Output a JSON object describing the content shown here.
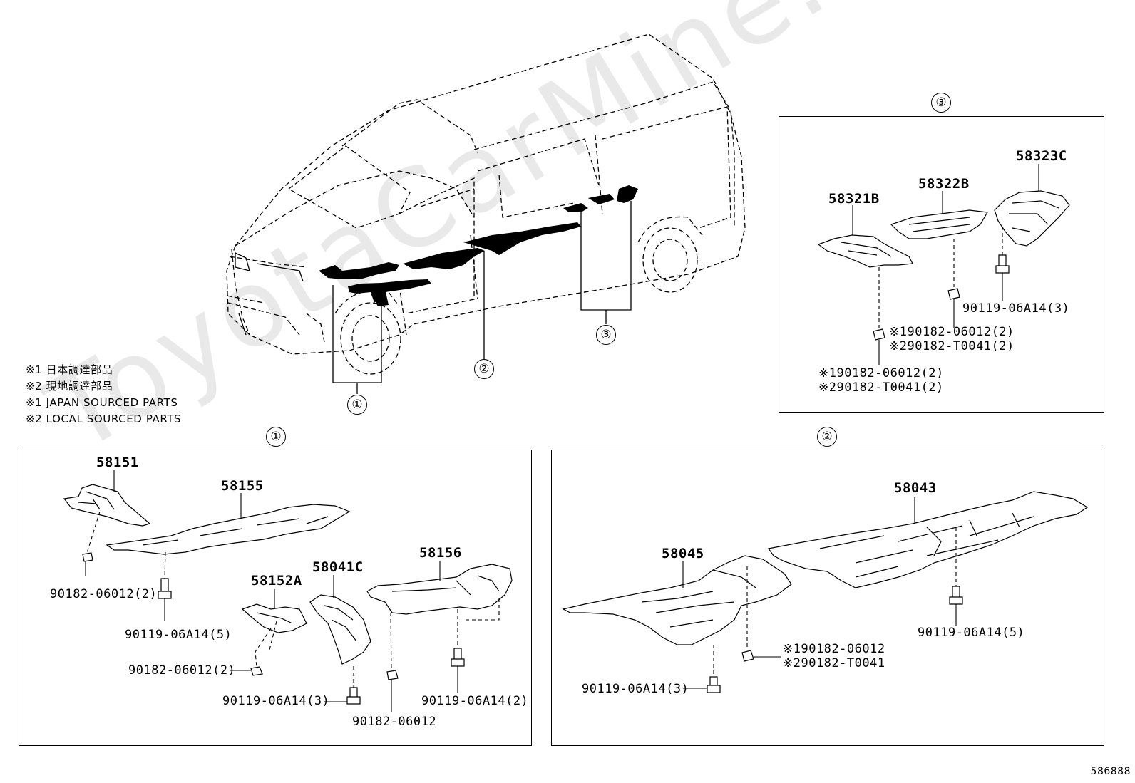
{
  "watermark": "ToyotaCarMine.ru",
  "figure_id": "586888",
  "notes": [
    "※1 日本調達部品",
    "※2 現地調達部品",
    "※1 JAPAN SOURCED PARTS",
    "※2 LOCAL SOURCED PARTS"
  ],
  "callouts": [
    "①",
    "②",
    "③"
  ],
  "group1": {
    "marker": "①",
    "parts": [
      "58151",
      "58155",
      "58152A",
      "58041C",
      "58156"
    ],
    "fasteners": [
      "90182-06012(2)",
      "90119-06A14(5)",
      "90182-06012(2)",
      "90119-06A14(3)",
      "90182-06012",
      "90119-06A14(2)"
    ]
  },
  "group2": {
    "marker": "②",
    "parts": [
      "58043",
      "58045"
    ],
    "fasteners": [
      "90119-06A14(5)",
      "※190182-06012",
      "※290182-T0041",
      "90119-06A14(3)"
    ]
  },
  "group3": {
    "marker": "③",
    "parts": [
      "58323C",
      "58322B",
      "58321B"
    ],
    "fasteners": [
      "90119-06A14(3)",
      "※190182-06012(2)",
      "※290182-T0041(2)",
      "※190182-06012(2)",
      "※290182-T0041(2)"
    ]
  }
}
